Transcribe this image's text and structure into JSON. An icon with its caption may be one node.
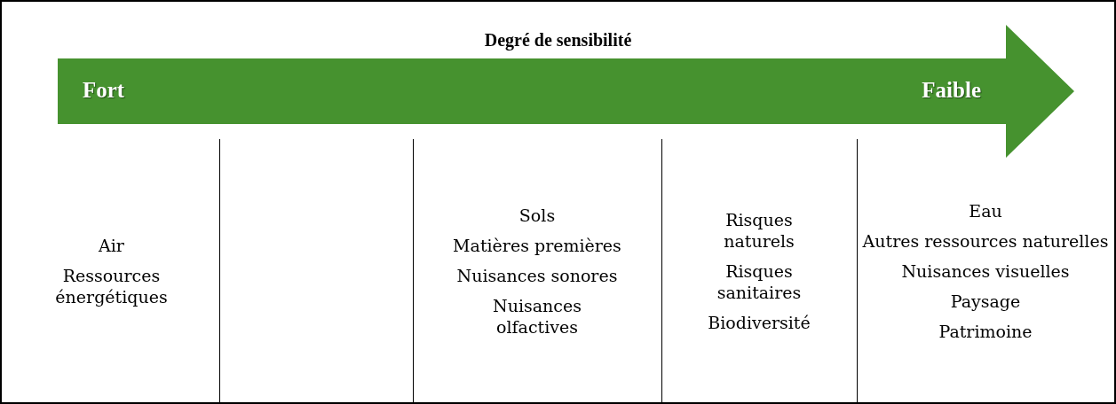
{
  "diagram": {
    "title": "Degré de sensibilité",
    "nodes": [
      {
        "text": [
          "Fort",
          "Faible"
        ]
      }
    ],
    "labels": [
      "Air",
      "Ressources énergétiques",
      "Sols",
      "Matières premières",
      "Nuisances sonores",
      "Nuisances olfactives",
      "Risques naturels",
      "Risques sanitaires",
      "Biodiversité",
      "Eau",
      "Autres ressources naturelles",
      "Nuisances visuelles",
      "Paysage",
      "Patrimoine"
    ]
  }
}
